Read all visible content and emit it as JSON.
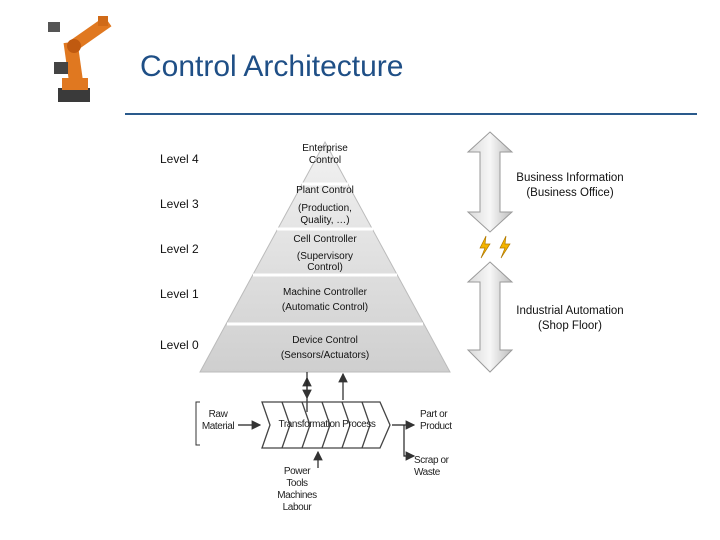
{
  "slide": {
    "title": "Control Architecture",
    "accent_color": "#1f4f86",
    "rule_color": "#2a5a8c"
  },
  "levels": [
    {
      "label": "Level 4",
      "line1": "Enterprise",
      "line2": "Control"
    },
    {
      "label": "Level 3",
      "line1": "Plant Control",
      "line2": "(Production,",
      "line3": "Quality, …)"
    },
    {
      "label": "Level 2",
      "line1": "Cell Controller",
      "line2": "(Supervisory",
      "line3": "Control)"
    },
    {
      "label": "Level 1",
      "line1": "Machine Controller",
      "line2": "(Automatic Control)"
    },
    {
      "label": "Level 0",
      "line1": "Device Control",
      "line2": "(Sensors/Actuators)"
    }
  ],
  "side": {
    "business": {
      "line1": "Business Information",
      "line2": "(Business Office)"
    },
    "industrial": {
      "line1": "Industrial Automation",
      "line2": "(Shop Floor)"
    }
  },
  "process": {
    "input": {
      "line1": "Raw",
      "line2": "Material"
    },
    "center": "Transformation Process",
    "output": {
      "line1": "Part or",
      "line2": "Product"
    },
    "waste": {
      "line1": "Scrap or",
      "line2": "Waste"
    },
    "resources": {
      "line1": "Power",
      "line2": "Tools",
      "line3": "Machines",
      "line4": "Labour"
    }
  },
  "logo": {
    "icon": "industrial-robot-icon",
    "color": "#e07820"
  }
}
